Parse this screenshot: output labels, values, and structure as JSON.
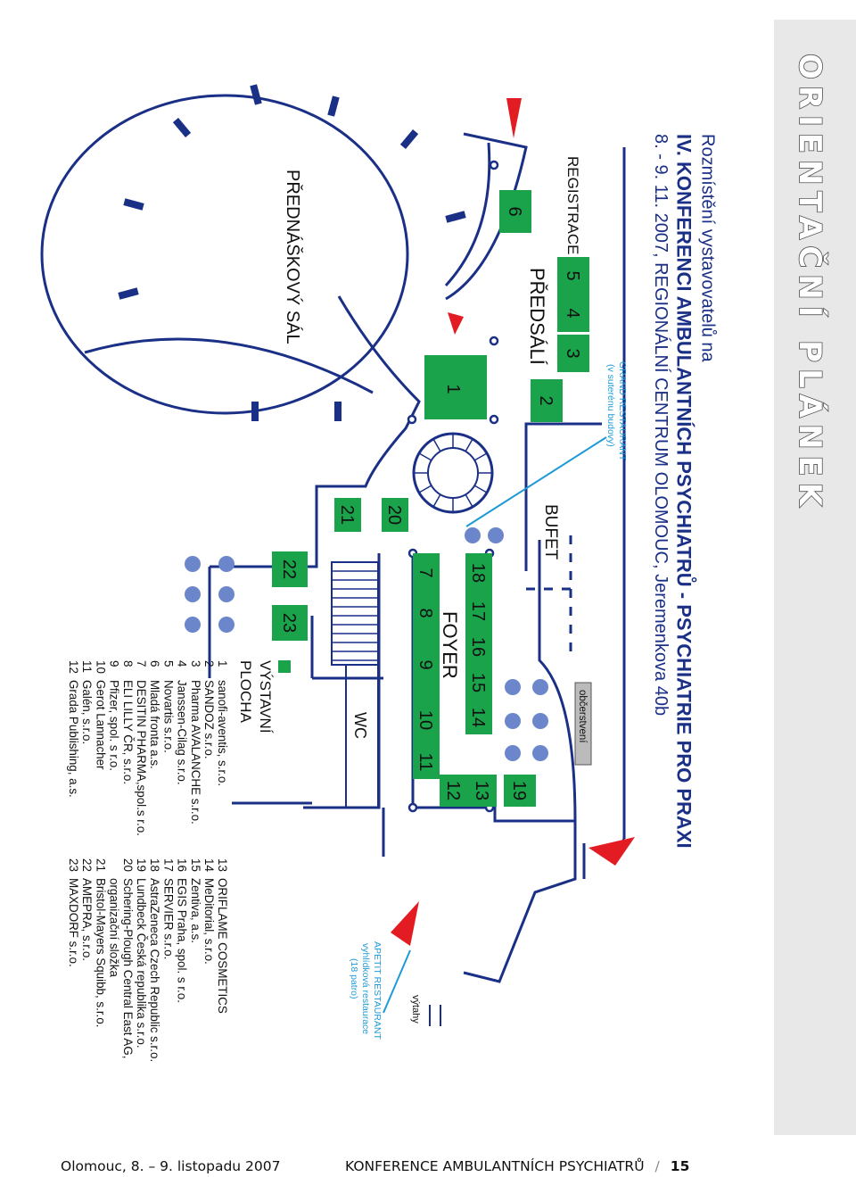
{
  "sidebar": {
    "title": "ORIENTAČNÍ PLÁNEK"
  },
  "header": {
    "subtitle": "Rozmístění vystavovatelů na",
    "title": "IV. KONFERENCI AMBULANTNÍCH PSYCHIATRŮ - PSYCHIATRIE PRO PRAXI",
    "date_place": "8. - 9. 11. 2007, REGIONÁLNÍ CENTRUM OLOMOUC, Jeremenkova 40b"
  },
  "map": {
    "rooms": {
      "lecture_hall": "PŘEDNÁŠKOVÝ SÁL",
      "registration": "REGISTRACE",
      "lobby": "PŘEDSÁLÍ",
      "buffet": "BUFET",
      "foyer": "FOYER",
      "wc": "WC",
      "refreshment": "občerstvení",
      "grand_restaurant": "GRAND RESTAURANT",
      "grand_restaurant_note": "(v suterénu budovy)",
      "apetit_restaurant": "APETIT RESTAURANT",
      "apetit_note1": "vyhlídková restaurace",
      "apetit_note2": "(18 patro)",
      "lifts": "výtahy"
    },
    "booths": [
      "1",
      "2",
      "3",
      "4",
      "5",
      "6",
      "7",
      "8",
      "9",
      "10",
      "11",
      "12",
      "13",
      "14",
      "15",
      "16",
      "17",
      "18",
      "19",
      "20",
      "21",
      "22",
      "23"
    ],
    "colors": {
      "walls": "#1a2f86",
      "booth": "#1aa34a",
      "table": "#6c86cc",
      "arrow": "#e31b23",
      "link": "#1e9ad6"
    }
  },
  "legend": {
    "title": "VÝSTAVNÍ PLOCHA",
    "col1": [
      {
        "n": "1",
        "name": "sanofi-aventis, s.r.o."
      },
      {
        "n": "2",
        "name": "SANDOZ s.r.o."
      },
      {
        "n": "3",
        "name": "Pharma AVALANCHE s.r.o."
      },
      {
        "n": "4",
        "name": "Janssen-Cilag s.r.o."
      },
      {
        "n": "5",
        "name": "Novartis s.r.o."
      },
      {
        "n": "6",
        "name": "Mladá fronta a.s."
      },
      {
        "n": "7",
        "name": "DESITIN PHARMA,spol.s r.o."
      },
      {
        "n": "8",
        "name": "ELI LILLY ČR, s.r.o."
      },
      {
        "n": "9",
        "name": "Pfizer, spol. s r.o."
      },
      {
        "n": "10",
        "name": "Gerot Lannacher"
      },
      {
        "n": "11",
        "name": "Galén, s.r.o."
      },
      {
        "n": "12",
        "name": "Grada Publishing, a.s."
      }
    ],
    "col2": [
      {
        "n": "13",
        "name": "ORIFLAME COSMETICS"
      },
      {
        "n": "14",
        "name": "MeDitorial, s.r.o."
      },
      {
        "n": "15",
        "name": "Zentiva, a.s."
      },
      {
        "n": "16",
        "name": "EGIS Praha, spol. s r.o."
      },
      {
        "n": "17",
        "name": "SERVIER s.r.o."
      },
      {
        "n": "18",
        "name": "AstraZeneca Czech Republic s.r.o."
      },
      {
        "n": "19",
        "name": "Lundbeck Česká republika s.r.o."
      },
      {
        "n": "20",
        "name": "Schering-Plough Central East AG,"
      },
      {
        "n": "",
        "name": "organizační složka"
      },
      {
        "n": "21",
        "name": "Bristol-Mayers Squibb, s.r.o."
      },
      {
        "n": "22",
        "name": "AMEPRA, s.r.o."
      },
      {
        "n": "23",
        "name": "MAXDORF s.r.o."
      }
    ]
  },
  "footer": {
    "left": "Olomouc, 8. – 9. listopadu 2007",
    "right": "KONFERENCE AMBULANTNÍCH PSYCHIATRŮ",
    "slash": "/",
    "page": "15"
  }
}
